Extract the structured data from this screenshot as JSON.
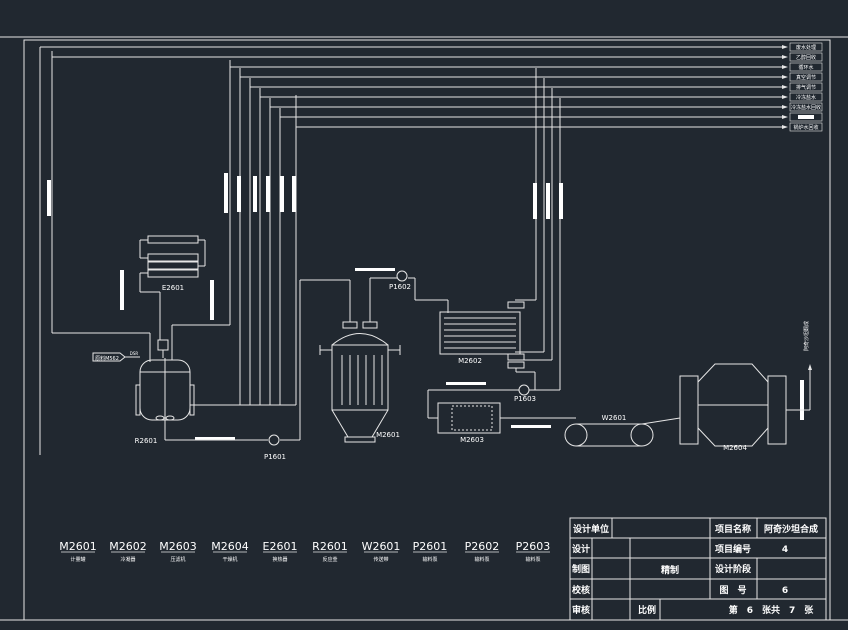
{
  "drawing": {
    "colors": {
      "background": "#212830",
      "line": "#e6e6e6",
      "text": "#ffffff"
    },
    "header_lines": [
      "废水处理",
      "乙醇回收",
      "循环水",
      "真空调节",
      "排气调节",
      "冷冻盐水",
      "冷冻盐水回收",
      "",
      "锅炉水回收"
    ],
    "equipment": {
      "M2601": "M2601",
      "M2602": "M2602",
      "M2603": "M2603",
      "M2604": "M2604",
      "E2601": "E2601",
      "R2601": "R2601",
      "W2601": "W2601",
      "P1601": "P1601",
      "P1602": "P1602",
      "P1603": "P1603"
    },
    "inlet_tag": "原料M562",
    "inlet_small": "DSR",
    "right_vertical_label": "阿奇沙坦酮成",
    "legend": [
      {
        "code": "M2601",
        "name": "计量罐"
      },
      {
        "code": "M2602",
        "name": "冷凝器"
      },
      {
        "code": "M2603",
        "name": "压滤机"
      },
      {
        "code": "M2604",
        "name": "干燥机"
      },
      {
        "code": "E2601",
        "name": "换热器"
      },
      {
        "code": "R2601",
        "name": "反应釜"
      },
      {
        "code": "W2601",
        "name": "传送带"
      },
      {
        "code": "P2601",
        "name": "输料泵"
      },
      {
        "code": "P2602",
        "name": "输料泵"
      },
      {
        "code": "P2603",
        "name": "输料泵"
      }
    ],
    "title_block": {
      "design_unit_label": "设计单位",
      "design_label": "设计",
      "draw_label": "制图",
      "check_label": "校核",
      "review_label": "审核",
      "center_label": "精制",
      "scale_label": "比例",
      "project_name_label": "项目名称",
      "project_name_value": "阿奇沙坦合成",
      "project_no_label": "项目编号",
      "project_no_value": "4",
      "design_stage_label": "设计阶段",
      "drawing_no_label": "图　号",
      "drawing_no_value": "6",
      "sheet_text": "第　6　张共　7　张"
    }
  }
}
